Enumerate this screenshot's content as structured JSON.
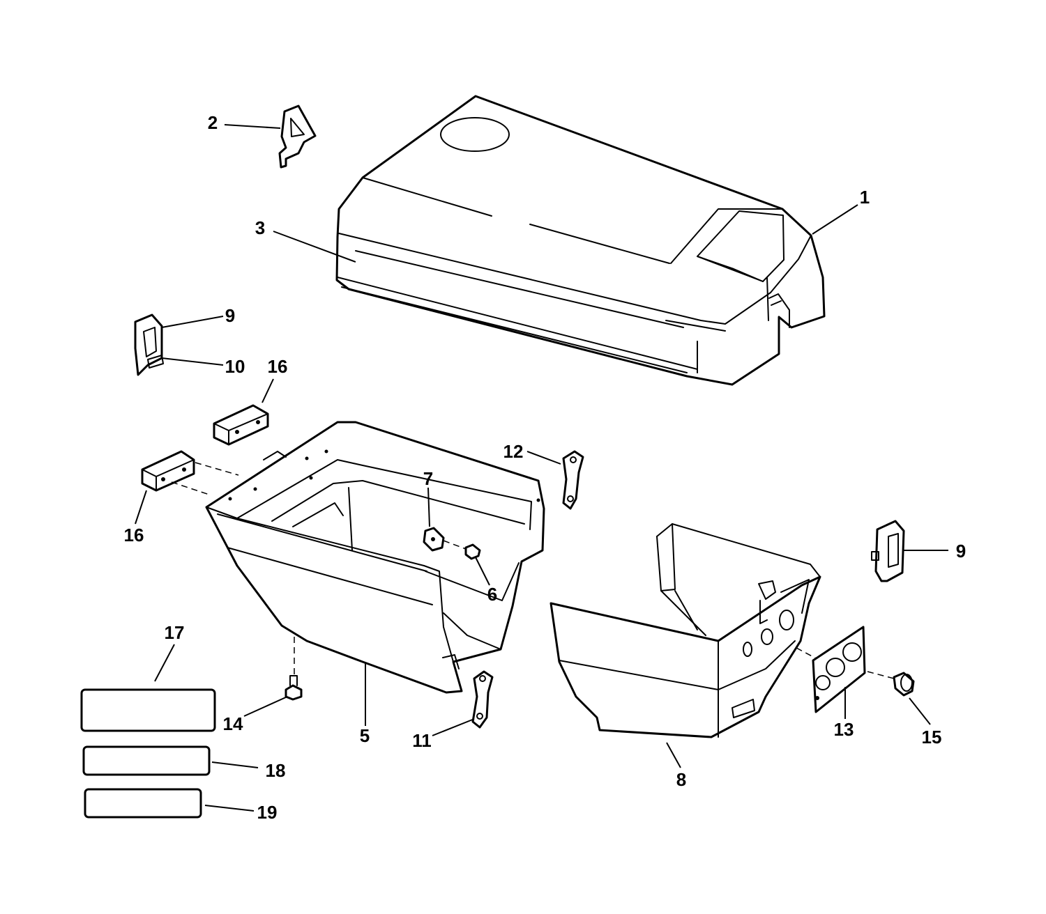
{
  "callouts": [
    {
      "id": "c1",
      "text": "1"
    },
    {
      "id": "c2",
      "text": "2"
    },
    {
      "id": "c3",
      "text": "3"
    },
    {
      "id": "c5",
      "text": "5"
    },
    {
      "id": "c6",
      "text": "6"
    },
    {
      "id": "c7",
      "text": "7"
    },
    {
      "id": "c8",
      "text": "8"
    },
    {
      "id": "c9a",
      "text": "9"
    },
    {
      "id": "c9b",
      "text": "9"
    },
    {
      "id": "c10",
      "text": "10"
    },
    {
      "id": "c11",
      "text": "11"
    },
    {
      "id": "c12",
      "text": "12"
    },
    {
      "id": "c13",
      "text": "13"
    },
    {
      "id": "c14",
      "text": "14"
    },
    {
      "id": "c15",
      "text": "15"
    },
    {
      "id": "c16a",
      "text": "16"
    },
    {
      "id": "c16b",
      "text": "16"
    },
    {
      "id": "c17",
      "text": "17"
    },
    {
      "id": "c18",
      "text": "18"
    },
    {
      "id": "c19",
      "text": "19"
    }
  ],
  "colors": {
    "line": "#000000",
    "background": "#ffffff"
  }
}
